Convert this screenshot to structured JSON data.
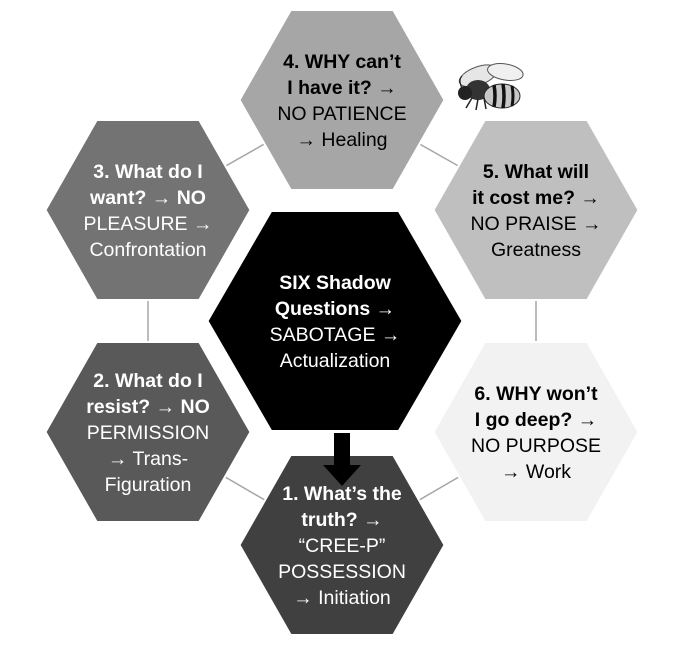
{
  "center": {
    "lines": [
      {
        "text": "SIX Shadow",
        "bold": true
      },
      {
        "text": "Questions →",
        "bold": true
      },
      {
        "text": "SABOTAGE →",
        "bold": false
      },
      {
        "text": "Actualization",
        "bold": false
      }
    ],
    "fill": "#000000",
    "text_color": "#ffffff"
  },
  "hexagons": [
    {
      "id": "q1",
      "fill": "#404040",
      "text_color": "#ffffff",
      "lines": [
        {
          "text": "1. What’s the",
          "bold": true
        },
        {
          "text": "truth? →",
          "bold": true
        },
        {
          "text": "“CREE-P”",
          "bold": false
        },
        {
          "text": "POSSESSION",
          "bold": false
        },
        {
          "text": "→ Initiation",
          "bold": false
        }
      ]
    },
    {
      "id": "q2",
      "fill": "#595959",
      "text_color": "#ffffff",
      "lines": [
        {
          "text": "2. What do I",
          "bold": true
        },
        {
          "text": "resist? → NO",
          "bold": true,
          "split": [
            "resist? →",
            " NO"
          ]
        },
        {
          "text": "PERMISSION",
          "bold": false
        },
        {
          "text": "→ Trans-",
          "bold": false
        },
        {
          "text": "Figuration",
          "bold": false
        }
      ]
    },
    {
      "id": "q3",
      "fill": "#737373",
      "text_color": "#ffffff",
      "lines": [
        {
          "text": "3. What do I",
          "bold": true
        },
        {
          "text": "want? → NO",
          "bold": true,
          "split": [
            "want?",
            " → NO"
          ]
        },
        {
          "text": "PLEASURE →",
          "bold": false
        },
        {
          "text": "Confrontation",
          "bold": false
        }
      ]
    },
    {
      "id": "q4",
      "fill": "#a6a6a6",
      "text_color": "#000000",
      "lines": [
        {
          "text": "4. WHY can’t",
          "bold": true
        },
        {
          "text": "I have it? →",
          "bold": true
        },
        {
          "text": "NO PATIENCE",
          "bold": false
        },
        {
          "text": "→ Healing",
          "bold": false
        }
      ]
    },
    {
      "id": "q5",
      "fill": "#bfbfbf",
      "text_color": "#000000",
      "lines": [
        {
          "text": "5. What will",
          "bold": true
        },
        {
          "text": "it cost me? →",
          "bold": true
        },
        {
          "text": "NO PRAISE →",
          "bold": false
        },
        {
          "text": "Greatness",
          "bold": false
        }
      ]
    },
    {
      "id": "q6",
      "fill": "#f2f2f2",
      "text_color": "#000000",
      "lines": [
        {
          "text": "6. WHY won’t",
          "bold": true
        },
        {
          "text": "I go deep? →",
          "bold": true
        },
        {
          "text": "NO PURPOSE",
          "bold": false
        },
        {
          "text": "→ Work",
          "bold": false
        }
      ]
    }
  ],
  "icons": {
    "bee": "bee-icon",
    "arrow": "down-arrow-icon"
  },
  "colors": {
    "outline": "#a6a6a6",
    "arrow": "#000000"
  }
}
